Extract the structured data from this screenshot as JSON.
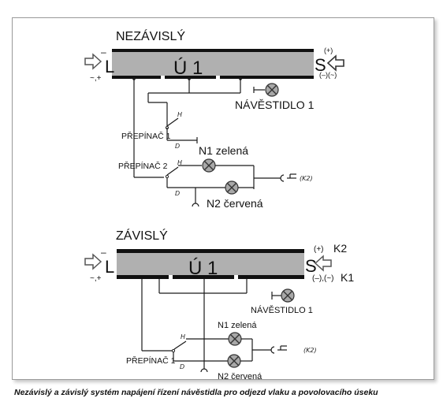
{
  "diagram": {
    "top": {
      "title": "NEZÁVISLÝ",
      "section": "Ú 1",
      "left_letter": "L",
      "right_letter": "S",
      "left_polarity_top": "–",
      "left_polarity_bottom": "~,+",
      "right_polarity_top": "(+)",
      "right_polarity_bottom": "(–)(~)",
      "signal_label": "NÁVĚSTIDLO 1",
      "switch1_label": "PŘEPÍNAČ 1",
      "switch2_label": "PŘEPÍNAČ 2",
      "contact_h": "H",
      "contact_d": "D",
      "lamp1_label": "N1 zelená",
      "lamp2_label": "N2 červená",
      "ground_label": "(K2)"
    },
    "bottom": {
      "title": "ZÁVISLÝ",
      "section": "Ú 1",
      "left_letter": "L",
      "right_letter": "S",
      "left_polarity_top": "–",
      "left_polarity_bottom": "~,+",
      "right_polarity_top": "(+)",
      "right_k_top": "K2",
      "right_polarity_bottom": "(–),(~)",
      "right_k_bottom": "K1",
      "signal_label": "NÁVĚSTIDLO 1",
      "switch_label": "PŘEPÍNAČ 1",
      "contact_h": "H",
      "contact_d": "D",
      "lamp1_label": "N1 zelená",
      "lamp2_label": "N2 červená",
      "ground_label": "(K2)"
    }
  },
  "caption": "Nezávislý a závislý systém napájení řízení návěstidla pro odjezd vlaku a povolovacího úseku"
}
